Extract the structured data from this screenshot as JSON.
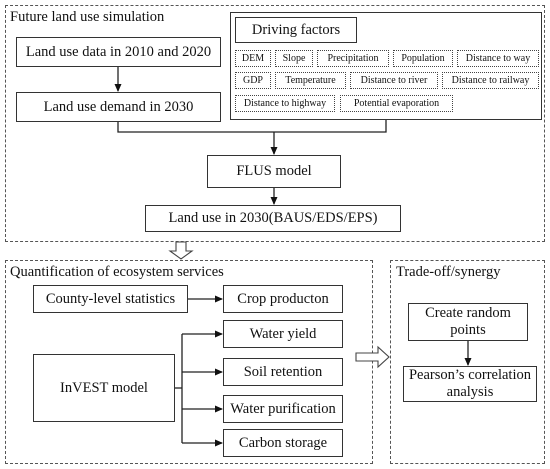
{
  "sections": {
    "future": {
      "title": "Future  land use simulation",
      "land_use_data": "Land use data in 2010 and 2020",
      "land_use_demand": "Land use demand in 2030",
      "flus_model": "FLUS model",
      "land_use_2030": "Land use in 2030(BAUS/EDS/EPS)"
    },
    "driving_factors": {
      "title": "Driving factors",
      "factors": [
        "DEM",
        "Slope",
        "Precipitation",
        "Population",
        "Distance to way",
        "GDP",
        "Temperature",
        "Distance to river",
        "Distance to railway",
        "Distance to highway",
        "Potential evaporation"
      ]
    },
    "quantification": {
      "title": "Quantification of ecosystem services",
      "county_stats": "County-level statistics",
      "crop_production": "Crop producton",
      "invest_model": "InVEST model",
      "water_yield": "Water yield",
      "soil_retention": "Soil retention",
      "water_purification": "Water purification",
      "carbon_storage": "Carbon storage"
    },
    "tradeoff": {
      "title": "Trade-off/synergy",
      "random_points": "Create random points",
      "pearson": "Pearson’s correlation analysis"
    }
  }
}
